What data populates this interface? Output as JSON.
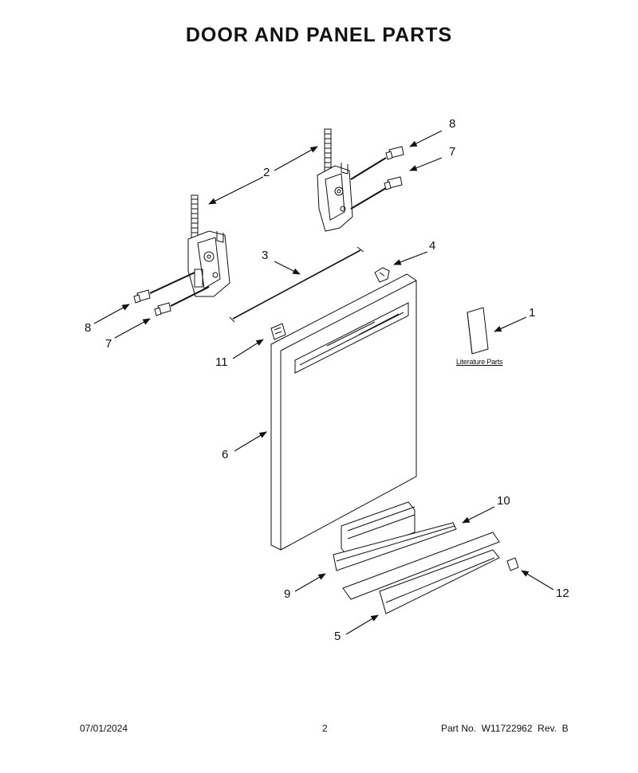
{
  "title": "DOOR AND PANEL PARTS",
  "callouts": {
    "c1": "1",
    "c2": "2",
    "c3": "3",
    "c4": "4",
    "c5": "5",
    "c6": "6",
    "c7a": "7",
    "c7b": "7",
    "c8a": "8",
    "c8b": "8",
    "c9": "9",
    "c10": "10",
    "c11": "11",
    "c12": "12"
  },
  "literature_label": "Literature Parts",
  "footer": {
    "date": "07/01/2024",
    "page": "2",
    "part_info": "Part No.  W11722962  Rev.  B"
  }
}
